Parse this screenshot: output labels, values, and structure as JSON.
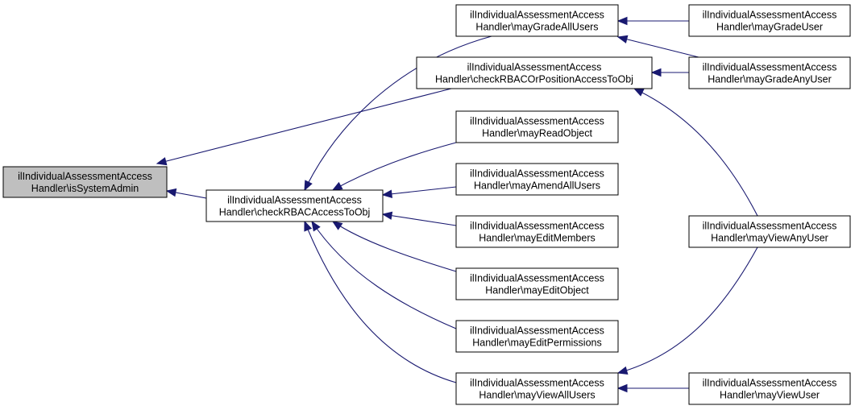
{
  "colors": {
    "background": "#ffffff",
    "node_fill": "#ffffff",
    "focus_fill": "#bfbfbf",
    "node_border": "#000000",
    "edge": "#191970"
  },
  "nodes": [
    {
      "id": "isSystemAdmin",
      "line1": "ilIndividualAssessmentAccess",
      "line2": "Handler\\isSystemAdmin",
      "focus": true
    },
    {
      "id": "checkRBACAccessToObj",
      "line1": "ilIndividualAssessmentAccess",
      "line2": "Handler\\checkRBACAccessToObj"
    },
    {
      "id": "checkRBACOrPositionAccessToObj",
      "line1": "ilIndividualAssessmentAccess",
      "line2": "Handler\\checkRBACOrPositionAccessToObj"
    },
    {
      "id": "mayGradeAllUsers",
      "line1": "ilIndividualAssessmentAccess",
      "line2": "Handler\\mayGradeAllUsers"
    },
    {
      "id": "mayReadObject",
      "line1": "ilIndividualAssessmentAccess",
      "line2": "Handler\\mayReadObject"
    },
    {
      "id": "mayAmendAllUsers",
      "line1": "ilIndividualAssessmentAccess",
      "line2": "Handler\\mayAmendAllUsers"
    },
    {
      "id": "mayEditMembers",
      "line1": "ilIndividualAssessmentAccess",
      "line2": "Handler\\mayEditMembers"
    },
    {
      "id": "mayEditObject",
      "line1": "ilIndividualAssessmentAccess",
      "line2": "Handler\\mayEditObject"
    },
    {
      "id": "mayEditPermissions",
      "line1": "ilIndividualAssessmentAccess",
      "line2": "Handler\\mayEditPermissions"
    },
    {
      "id": "mayViewAllUsers",
      "line1": "ilIndividualAssessmentAccess",
      "line2": "Handler\\mayViewAllUsers"
    },
    {
      "id": "mayGradeUser",
      "line1": "ilIndividualAssessmentAccess",
      "line2": "Handler\\mayGradeUser"
    },
    {
      "id": "mayGradeAnyUser",
      "line1": "ilIndividualAssessmentAccess",
      "line2": "Handler\\mayGradeAnyUser"
    },
    {
      "id": "mayViewAnyUser",
      "line1": "ilIndividualAssessmentAccess",
      "line2": "Handler\\mayViewAnyUser"
    },
    {
      "id": "mayViewUser",
      "line1": "ilIndividualAssessmentAccess",
      "line2": "Handler\\mayViewUser"
    }
  ],
  "edges": [
    {
      "from": "checkRBACOrPositionAccessToObj",
      "to": "isSystemAdmin"
    },
    {
      "from": "checkRBACAccessToObj",
      "to": "isSystemAdmin"
    },
    {
      "from": "mayGradeAllUsers",
      "to": "checkRBACAccessToObj"
    },
    {
      "from": "mayReadObject",
      "to": "checkRBACAccessToObj"
    },
    {
      "from": "mayAmendAllUsers",
      "to": "checkRBACAccessToObj"
    },
    {
      "from": "mayEditMembers",
      "to": "checkRBACAccessToObj"
    },
    {
      "from": "mayEditObject",
      "to": "checkRBACAccessToObj"
    },
    {
      "from": "mayEditPermissions",
      "to": "checkRBACAccessToObj"
    },
    {
      "from": "mayViewAllUsers",
      "to": "checkRBACAccessToObj"
    },
    {
      "from": "mayGradeUser",
      "to": "mayGradeAllUsers"
    },
    {
      "from": "mayGradeAnyUser",
      "to": "mayGradeAllUsers"
    },
    {
      "from": "mayGradeAnyUser",
      "to": "checkRBACOrPositionAccessToObj"
    },
    {
      "from": "mayViewAnyUser",
      "to": "checkRBACOrPositionAccessToObj"
    },
    {
      "from": "mayViewAnyUser",
      "to": "mayViewAllUsers"
    },
    {
      "from": "mayViewUser",
      "to": "mayViewAllUsers"
    }
  ]
}
